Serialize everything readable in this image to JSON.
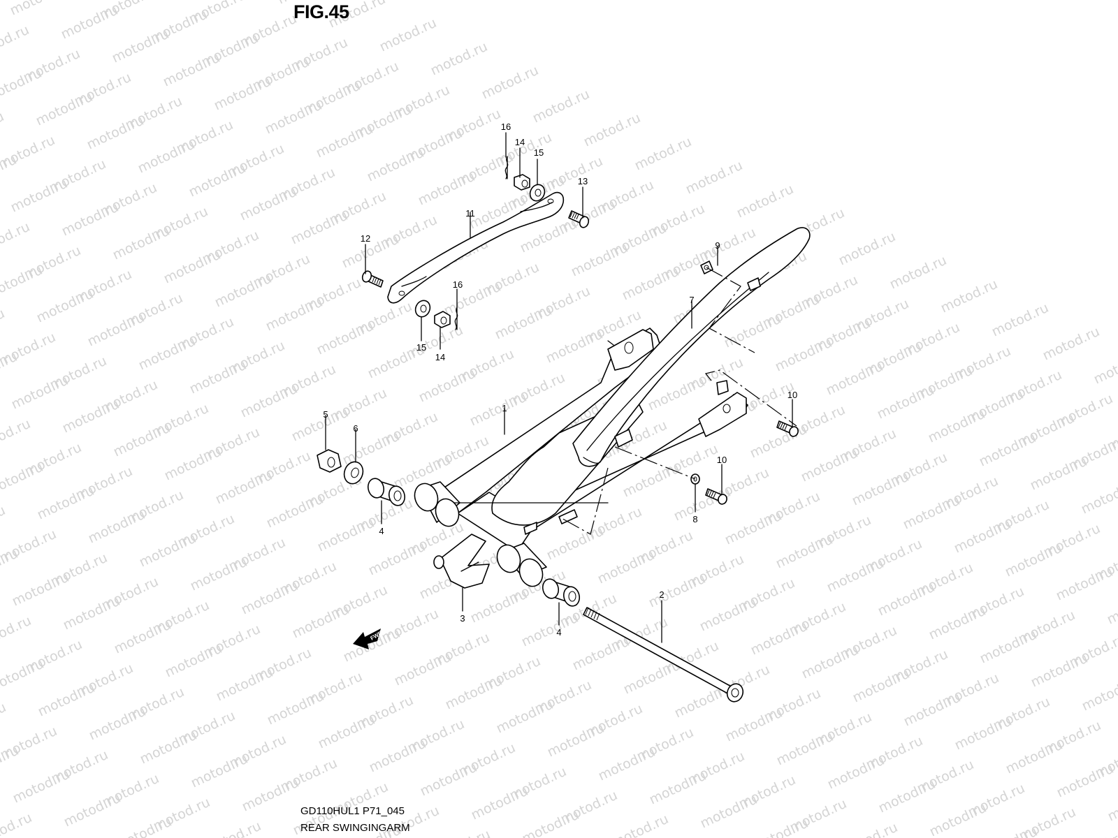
{
  "figure": {
    "title": "FIG.45",
    "model_code": "GD110HUL1 P71_045",
    "name": "REAR SWINGINGARM",
    "watermark_text": "motod.ru",
    "direction_badge": "FWD"
  },
  "parts": [
    {
      "ref": "1",
      "component": "swingarm"
    },
    {
      "ref": "2",
      "component": "pivot-shaft"
    },
    {
      "ref": "3",
      "component": "chain-buffer"
    },
    {
      "ref": "4",
      "component": "bushing-left"
    },
    {
      "ref": "4",
      "component": "bushing-right"
    },
    {
      "ref": "5",
      "component": "pivot-nut"
    },
    {
      "ref": "6",
      "component": "washer"
    },
    {
      "ref": "7",
      "component": "chain-case"
    },
    {
      "ref": "8",
      "component": "washer"
    },
    {
      "ref": "9",
      "component": "clip-nut"
    },
    {
      "ref": "10",
      "component": "bolt-upper"
    },
    {
      "ref": "10",
      "component": "bolt-lower"
    },
    {
      "ref": "11",
      "component": "torque-link"
    },
    {
      "ref": "12",
      "component": "bolt"
    },
    {
      "ref": "13",
      "component": "bolt"
    },
    {
      "ref": "14",
      "component": "nut-upper"
    },
    {
      "ref": "14",
      "component": "nut-lower"
    },
    {
      "ref": "15",
      "component": "washer-upper"
    },
    {
      "ref": "15",
      "component": "washer-lower"
    },
    {
      "ref": "16",
      "component": "cotter-pin-upper"
    },
    {
      "ref": "16",
      "component": "cotter-pin-lower"
    }
  ]
}
